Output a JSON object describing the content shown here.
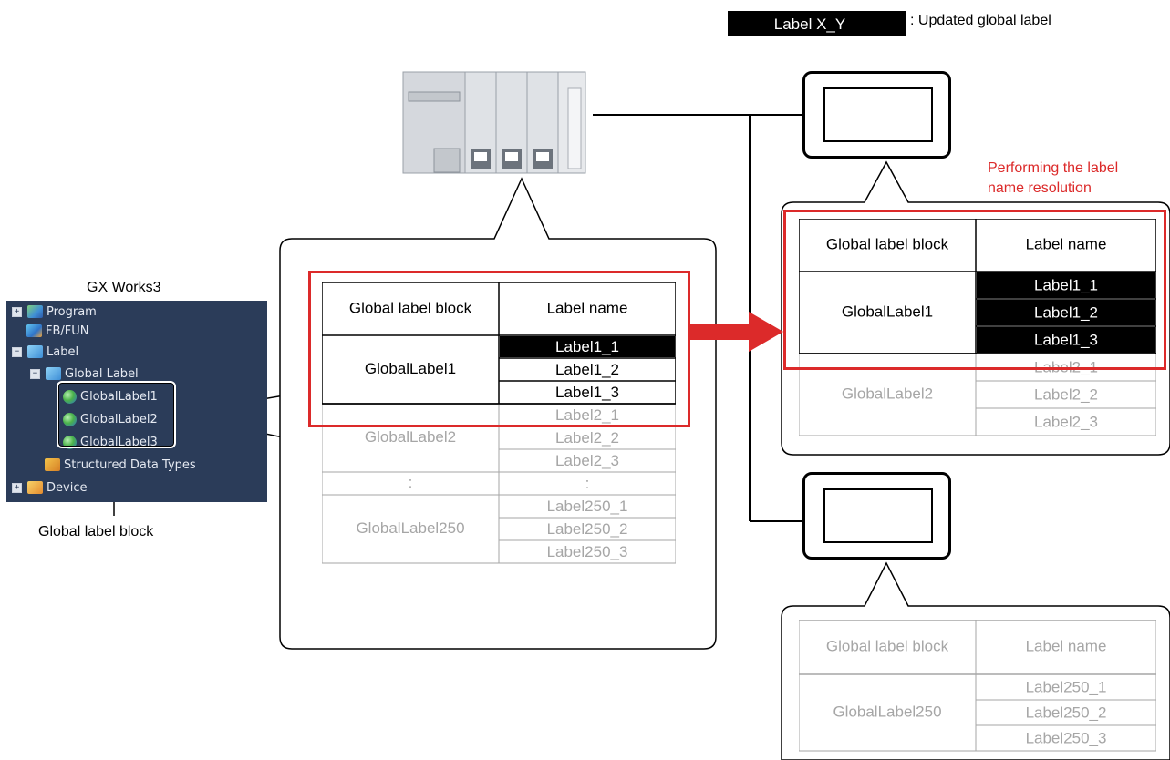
{
  "legend": {
    "sample": "Label X_Y",
    "text": ": Updated global label"
  },
  "gx_works": {
    "title": "GX Works3",
    "tree": [
      "Program",
      "FB/FUN",
      "Label",
      "Global Label",
      "GlobalLabel1",
      "GlobalLabel2",
      "GlobalLabel3",
      "Structured Data Types",
      "Device"
    ],
    "caption": "Global label block"
  },
  "resolution_note": [
    "Performing the label",
    "name resolution"
  ],
  "table_headers": {
    "block": "Global label block",
    "name": "Label name"
  },
  "plc_table": {
    "groups": [
      {
        "block": "GlobalLabel1",
        "labels": [
          "Label1_1",
          "Label1_2",
          "Label1_3"
        ],
        "updated": [
          true,
          false,
          false
        ]
      },
      {
        "block": "GlobalLabel2",
        "labels": [
          "Label2_1",
          "Label2_2",
          "Label2_3"
        ]
      },
      {
        "block": ":",
        "labels": [
          ":"
        ]
      },
      {
        "block": "GlobalLabel250",
        "labels": [
          "Label250_1",
          "Label250_2",
          "Label250_3"
        ]
      }
    ]
  },
  "got1_table": {
    "groups": [
      {
        "block": "GlobalLabel1",
        "labels": [
          "Label1_1",
          "Label1_2",
          "Label1_3"
        ],
        "updated": [
          true,
          true,
          true
        ]
      },
      {
        "block": "GlobalLabel2",
        "labels": [
          "Label2_1",
          "Label2_2",
          "Label2_3"
        ]
      }
    ]
  },
  "got2_table": {
    "groups": [
      {
        "block": "GlobalLabel250",
        "labels": [
          "Label250_1",
          "Label250_2",
          "Label250_3"
        ]
      }
    ]
  },
  "colors": {
    "highlight": "#dc2a2a",
    "updated_bg": "#000000",
    "faded_text": "#a6a6a6",
    "tree_bg": "#2b3c59"
  }
}
